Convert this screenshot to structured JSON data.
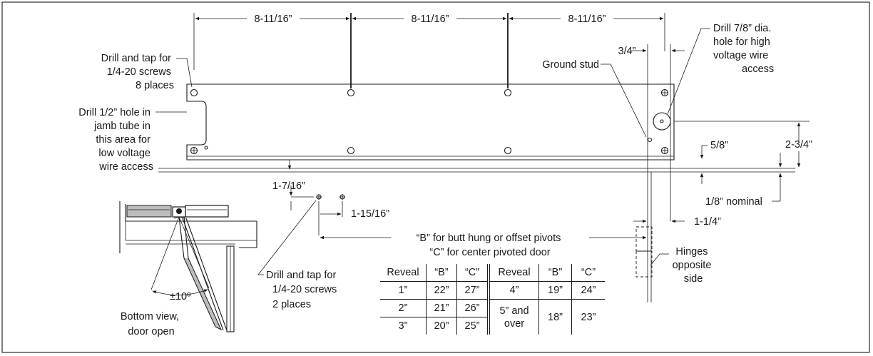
{
  "dimensions": {
    "top_span_1": "8-11/16”",
    "top_span_2": "8-11/16”",
    "top_span_3": "8-11/16”",
    "three_quarter": "3/4”",
    "five_eighths": "5/8”",
    "two_three_quarter": "2-3/4”",
    "eighth_nominal": "1/8” nominal",
    "one_quarter_offset": "1-1/4”",
    "one_seven_sixteenths": "1-7/16”",
    "one_fifteen_sixteenths": "1-15/16”"
  },
  "callouts": {
    "drill_tap_8": [
      "Drill and tap for",
      "1/4-20 screws",
      "8 places"
    ],
    "drill_half_hole": [
      "Drill 1/2” hole in",
      "jamb tube in",
      "this area for",
      "low voltage",
      "wire access"
    ],
    "ground_stud": "Ground stud",
    "drill_seven_eighths": [
      "Drill 7/8” dia.",
      "hole for high",
      "voltage wire",
      "access"
    ],
    "pivot_note": [
      "“B” for butt hung or offset pivots",
      "“C” for center pivoted door"
    ],
    "hinges_opposite": [
      "Hinges",
      "opposite",
      "side"
    ],
    "drill_tap_2": [
      "Drill and tap for",
      "1/4-20 screws",
      "2 places"
    ],
    "bottom_view": [
      "Bottom view,",
      "door open"
    ],
    "swing_angle": "±10º"
  },
  "reveal_table": {
    "headers": [
      "Reveal",
      "“B”",
      "“C”",
      "Reveal",
      "“B”",
      "“C”"
    ],
    "left_rows": [
      [
        "1”",
        "22”",
        "27”"
      ],
      [
        "2”",
        "21”",
        "26”"
      ],
      [
        "3”",
        "20”",
        "25”"
      ]
    ],
    "right_rows": [
      [
        "4”",
        "19”",
        "24”"
      ],
      [
        "5” and over",
        "18”",
        "23”"
      ]
    ],
    "right_row2_line1": "5” and",
    "right_row2_line2": "over"
  }
}
